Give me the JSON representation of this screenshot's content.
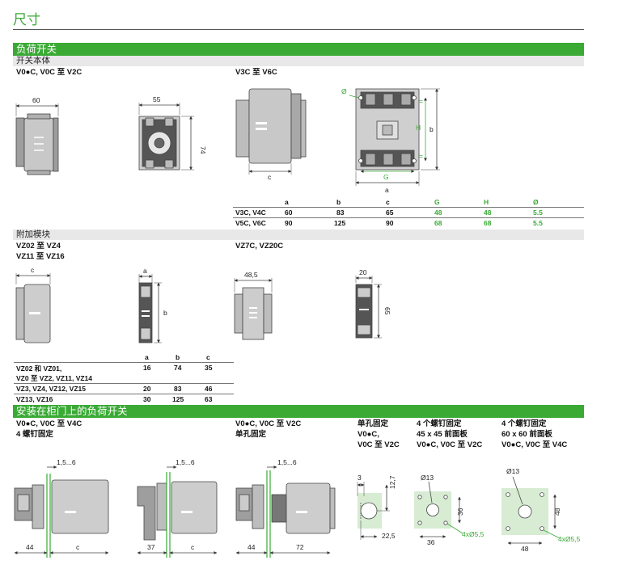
{
  "page": {
    "title": "尺寸"
  },
  "sections": {
    "load_switch": "负荷开关",
    "switch_body": "开关本体",
    "addon": "附加模块",
    "cabinet": "安装在柜门上的负荷开关"
  },
  "body": {
    "label_left": "V0●C, V0C 至 V2C",
    "label_right": "V3C 至 V6C",
    "dims": {
      "w60": "60",
      "w55": "55",
      "h74": "74",
      "c": "c",
      "phi": "Ø",
      "G": "G",
      "H": "H",
      "a": "a",
      "b": "b",
      "eq": "="
    },
    "table": {
      "headers": [
        "a",
        "b",
        "c",
        "G",
        "H",
        "Ø"
      ],
      "rows": [
        {
          "name": "V3C, V4C",
          "values": [
            "60",
            "83",
            "65",
            "48",
            "48",
            "5.5"
          ]
        },
        {
          "name": "V5C, V6C",
          "values": [
            "90",
            "125",
            "90",
            "68",
            "68",
            "5.5"
          ]
        }
      ]
    }
  },
  "addon": {
    "label_a1": "VZ02 至 VZ4",
    "label_a2": "VZ11 至 VZ16",
    "label_b": "VZ7C, VZ20C",
    "dims": {
      "c": "c",
      "a": "a",
      "b": "b",
      "w485": "48,5",
      "w20": "20",
      "h65": "65"
    },
    "table": {
      "headers": [
        "a",
        "b",
        "c"
      ],
      "rows": [
        {
          "name": "VZ02 和 VZ01,",
          "name2": "VZ0 至 VZ2, VZ11, VZ14",
          "values": [
            "16",
            "74",
            "35"
          ]
        },
        {
          "name": "VZ3, VZ4, VZ12, VZ15",
          "values": [
            "20",
            "83",
            "46"
          ]
        },
        {
          "name": "VZ13, VZ16",
          "values": [
            "30",
            "125",
            "63"
          ]
        }
      ]
    }
  },
  "cabinet": {
    "col1": {
      "l1": "V0●C, V0C 至 V4C",
      "l2": "4 螺钉固定"
    },
    "col2": {
      "l1": "V0●C, V0C 至 V2C",
      "l2": "单孔固定"
    },
    "col3": {
      "l1": "单孔固定",
      "l2": "V0●C,",
      "l3": "V0C 至 V2C"
    },
    "col4": {
      "l1": "4 个螺钉固定",
      "l2": "45 x 45 前面板",
      "l3": "V0●C, V0C 至 V2C"
    },
    "col5": {
      "l1": "4 个螺钉固定",
      "l2": "60 x 60 前面板",
      "l3": "V0●C, V0C 至 V4C"
    },
    "dims": {
      "t156": "1,5...6",
      "d44": "44",
      "d37": "37",
      "d72": "72",
      "c": "c",
      "d3": "3",
      "d127": "12,7",
      "d225": "22,5",
      "phi13": "Ø13",
      "d36": "36",
      "holes1": "4xØ5,5",
      "d48": "48",
      "holes2": "4xØ5,5"
    }
  }
}
